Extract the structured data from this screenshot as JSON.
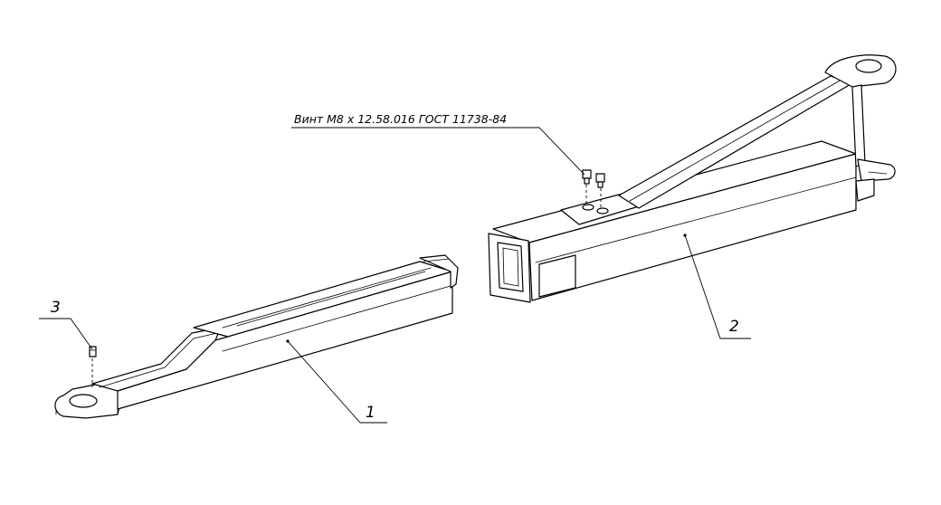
{
  "callouts": {
    "screw_note": "Винт М8 х 12.58.016 ГОСТ 11738-84",
    "part_1": "1",
    "part_2": "2",
    "part_3": "3"
  }
}
